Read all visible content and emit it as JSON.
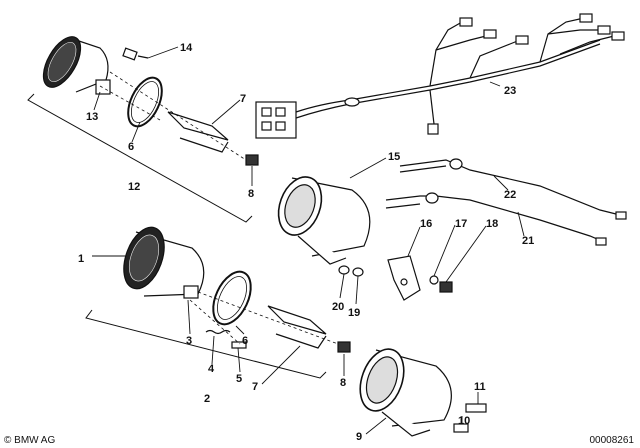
{
  "callouts": [
    "14",
    "13",
    "6",
    "7",
    "12",
    "8",
    "23",
    "15",
    "16",
    "17",
    "18",
    "22",
    "21",
    "20",
    "19",
    "1",
    "3",
    "4",
    "5",
    "6",
    "7",
    "8",
    "2",
    "11",
    "10",
    "9"
  ],
  "footer": {
    "copyright": "© BMW AG",
    "part_number": "00008261"
  }
}
